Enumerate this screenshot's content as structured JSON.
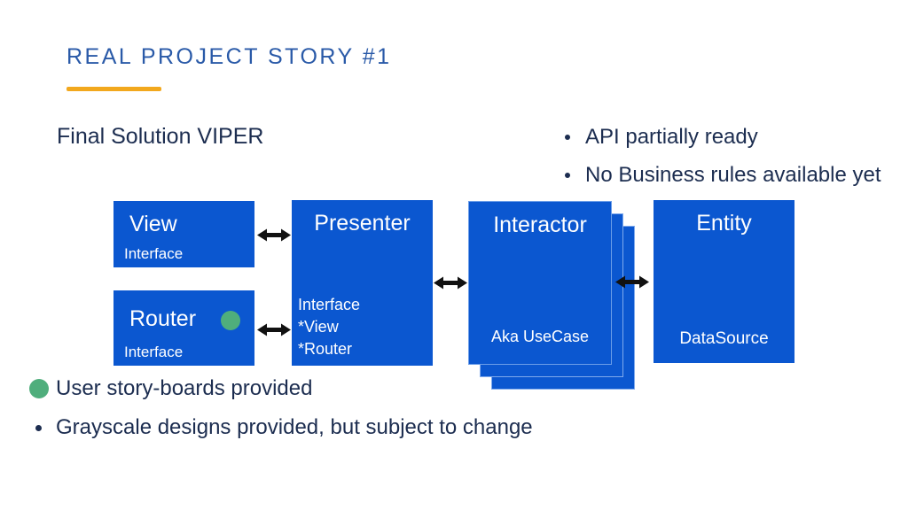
{
  "slide": {
    "title": "REAL PROJECT STORY #1",
    "subtitle": "Final Solution VIPER"
  },
  "right_bullets": {
    "items": [
      {
        "label": "API partially ready",
        "marker": "dot"
      },
      {
        "label": "No Business rules available yet",
        "marker": "dot"
      }
    ]
  },
  "bottom_bullets": {
    "items": [
      {
        "label": "User story-boards provided",
        "marker": "green-circle"
      },
      {
        "label": "Grayscale designs provided, but subject to change",
        "marker": "dot"
      }
    ]
  },
  "diagram": {
    "view": {
      "title": "View",
      "footer": "Interface"
    },
    "router": {
      "title": "Router",
      "footer": "Interface",
      "marker": "green-circle"
    },
    "presenter": {
      "title": "Presenter",
      "footer_lines": [
        "Interface",
        "*View",
        "*Router"
      ]
    },
    "interactor": {
      "title": "Interactor",
      "footer": "Aka UseCase",
      "stacked_layers": 2
    },
    "entity": {
      "title": "Entity",
      "footer": "DataSource"
    },
    "arrows": [
      "view-presenter",
      "router-presenter",
      "presenter-interactor",
      "interactor-entity"
    ]
  },
  "colors": {
    "box_blue": "#0b57d0",
    "title_blue": "#2a5aa8",
    "underline_orange": "#f2a81d",
    "text_navy": "#1c2d50",
    "green": "#4fae7c",
    "arrow_black": "#111111"
  }
}
